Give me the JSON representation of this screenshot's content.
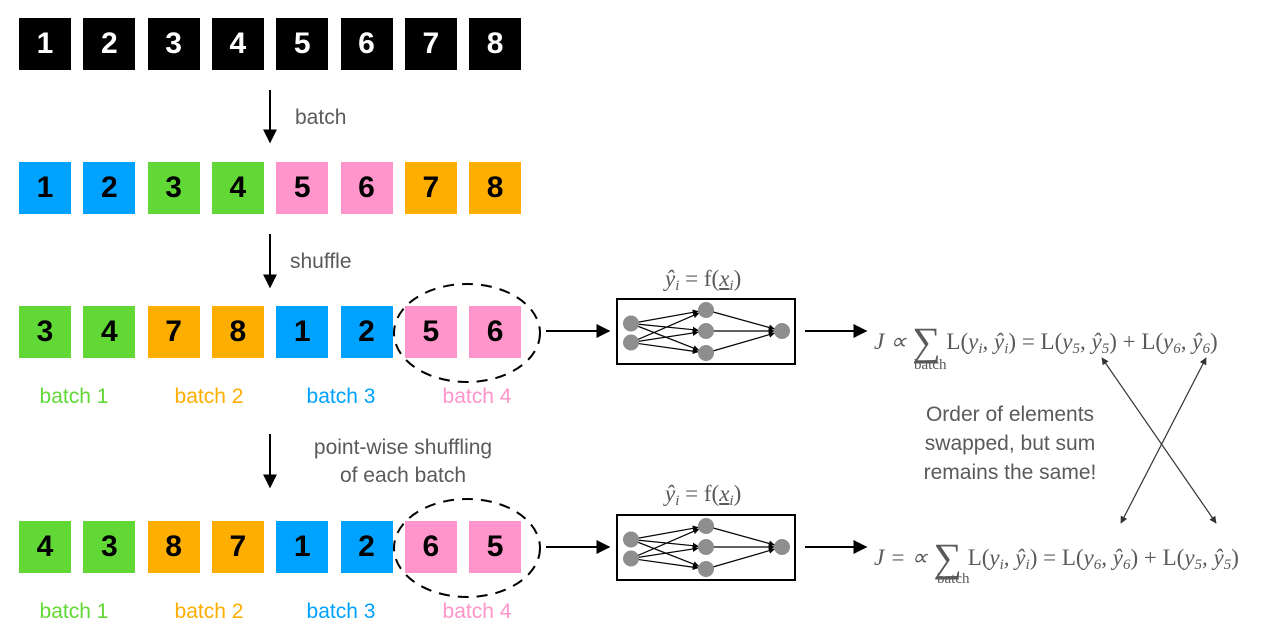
{
  "colors": {
    "black": "#000000",
    "blue": "#00A2FF",
    "green": "#61D836",
    "pink": "#FF95CA",
    "orange": "#FEAE00",
    "text_grey": "#5a5a5a",
    "node_grey": "#8e8e8e"
  },
  "rows": [
    {
      "name": "original",
      "items": [
        {
          "label": "1",
          "color": "black"
        },
        {
          "label": "2",
          "color": "black"
        },
        {
          "label": "3",
          "color": "black"
        },
        {
          "label": "4",
          "color": "black"
        },
        {
          "label": "5",
          "color": "black"
        },
        {
          "label": "6",
          "color": "black"
        },
        {
          "label": "7",
          "color": "black"
        },
        {
          "label": "8",
          "color": "black"
        }
      ]
    },
    {
      "name": "batched",
      "items": [
        {
          "label": "1",
          "color": "blue"
        },
        {
          "label": "2",
          "color": "blue"
        },
        {
          "label": "3",
          "color": "green"
        },
        {
          "label": "4",
          "color": "green"
        },
        {
          "label": "5",
          "color": "pink"
        },
        {
          "label": "6",
          "color": "pink"
        },
        {
          "label": "7",
          "color": "orange"
        },
        {
          "label": "8",
          "color": "orange"
        }
      ]
    },
    {
      "name": "shuffled",
      "items": [
        {
          "label": "3",
          "color": "green"
        },
        {
          "label": "4",
          "color": "green"
        },
        {
          "label": "7",
          "color": "orange"
        },
        {
          "label": "8",
          "color": "orange"
        },
        {
          "label": "1",
          "color": "blue"
        },
        {
          "label": "2",
          "color": "blue"
        },
        {
          "label": "5",
          "color": "pink"
        },
        {
          "label": "6",
          "color": "pink"
        }
      ]
    },
    {
      "name": "pointwise-shuffled",
      "items": [
        {
          "label": "4",
          "color": "green"
        },
        {
          "label": "3",
          "color": "green"
        },
        {
          "label": "8",
          "color": "orange"
        },
        {
          "label": "7",
          "color": "orange"
        },
        {
          "label": "1",
          "color": "blue"
        },
        {
          "label": "2",
          "color": "blue"
        },
        {
          "label": "6",
          "color": "pink"
        },
        {
          "label": "5",
          "color": "pink"
        }
      ]
    }
  ],
  "steps": {
    "batch": "batch",
    "shuffle": "shuffle",
    "pointwise_line1": "point-wise shuffling",
    "pointwise_line2": "of each batch"
  },
  "batch_labels": [
    {
      "text": "batch 1",
      "color": "green"
    },
    {
      "text": "batch 2",
      "color": "orange"
    },
    {
      "text": "batch 3",
      "color": "blue"
    },
    {
      "text": "batch 4",
      "color": "pink"
    }
  ],
  "model": {
    "formula_lhs": "ŷ",
    "formula_sub": "i",
    "formula_eq": " = f(",
    "formula_x": "x",
    "formula_xsub": "i",
    "formula_close": ")",
    "layers": [
      2,
      3,
      1
    ]
  },
  "loss_top": {
    "prefix": "J ∝",
    "sum_under": "batch",
    "term": "L(y",
    "rhs": "= L(y",
    "first_index": "5",
    "second_index": "6"
  },
  "loss_bottom": {
    "prefix": "J = ∝",
    "sum_under": "batch",
    "first_index": "6",
    "second_index": "5"
  },
  "note": {
    "line1": "Order of elements",
    "line2": "swapped, but sum",
    "line3": "remains the same!"
  }
}
